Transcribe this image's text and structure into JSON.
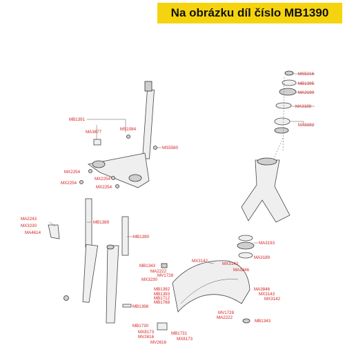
{
  "banner": {
    "text": "Na obrázku díl číslo MB1390"
  },
  "colors": {
    "banner_bg": "#f5d40f",
    "label_red": "#d42020",
    "outline": "#444444"
  },
  "labels": {
    "MS5216": "MS5216",
    "MB1395": "MB1395",
    "MA3190": "MA3190",
    "MA3188": "MA3188",
    "MA3192": "MA3192",
    "MB1391": "MB1391",
    "MA3677": "MA3677",
    "MS1084": "MS1084",
    "MS5580": "MS5580",
    "MX2254a": "MX2254",
    "MX2254b": "MX2254",
    "MX2254c": "MX2254",
    "MX2254d": "MX2254",
    "MA2243": "MA2243",
    "MX3230a": "MX3230",
    "MA4614": "MA4614",
    "MB1389": "MB1389",
    "MB1390": "MB1390",
    "MA3193": "MA3193",
    "MA3189": "MA3189",
    "MX3142a": "MX3142",
    "MX3143a": "MX3143",
    "MA3846a": "MA3846",
    "MB1343a": "MB1343",
    "MA2222a": "MA2222",
    "MV1728a": "MV1728",
    "MX3230b": "MX3230",
    "MB1392": "MB1392",
    "MB1393": "MB1393",
    "MB1712": "MB1712",
    "MB1768": "MB1768",
    "MB1398": "MB1398",
    "MA3846b": "MA3846",
    "MX3143b": "MX3143",
    "MX3142b": "MX3142",
    "MV1728b": "MV1728",
    "MA2222b": "MA2222",
    "MB1343b": "MB1343",
    "MB1730": "MB1730",
    "MB1731": "MB1731",
    "MX8173a": "MX8173",
    "MV2616a": "MV2616",
    "MX8173b": "MX8173",
    "MV2616b": "MV2616"
  }
}
